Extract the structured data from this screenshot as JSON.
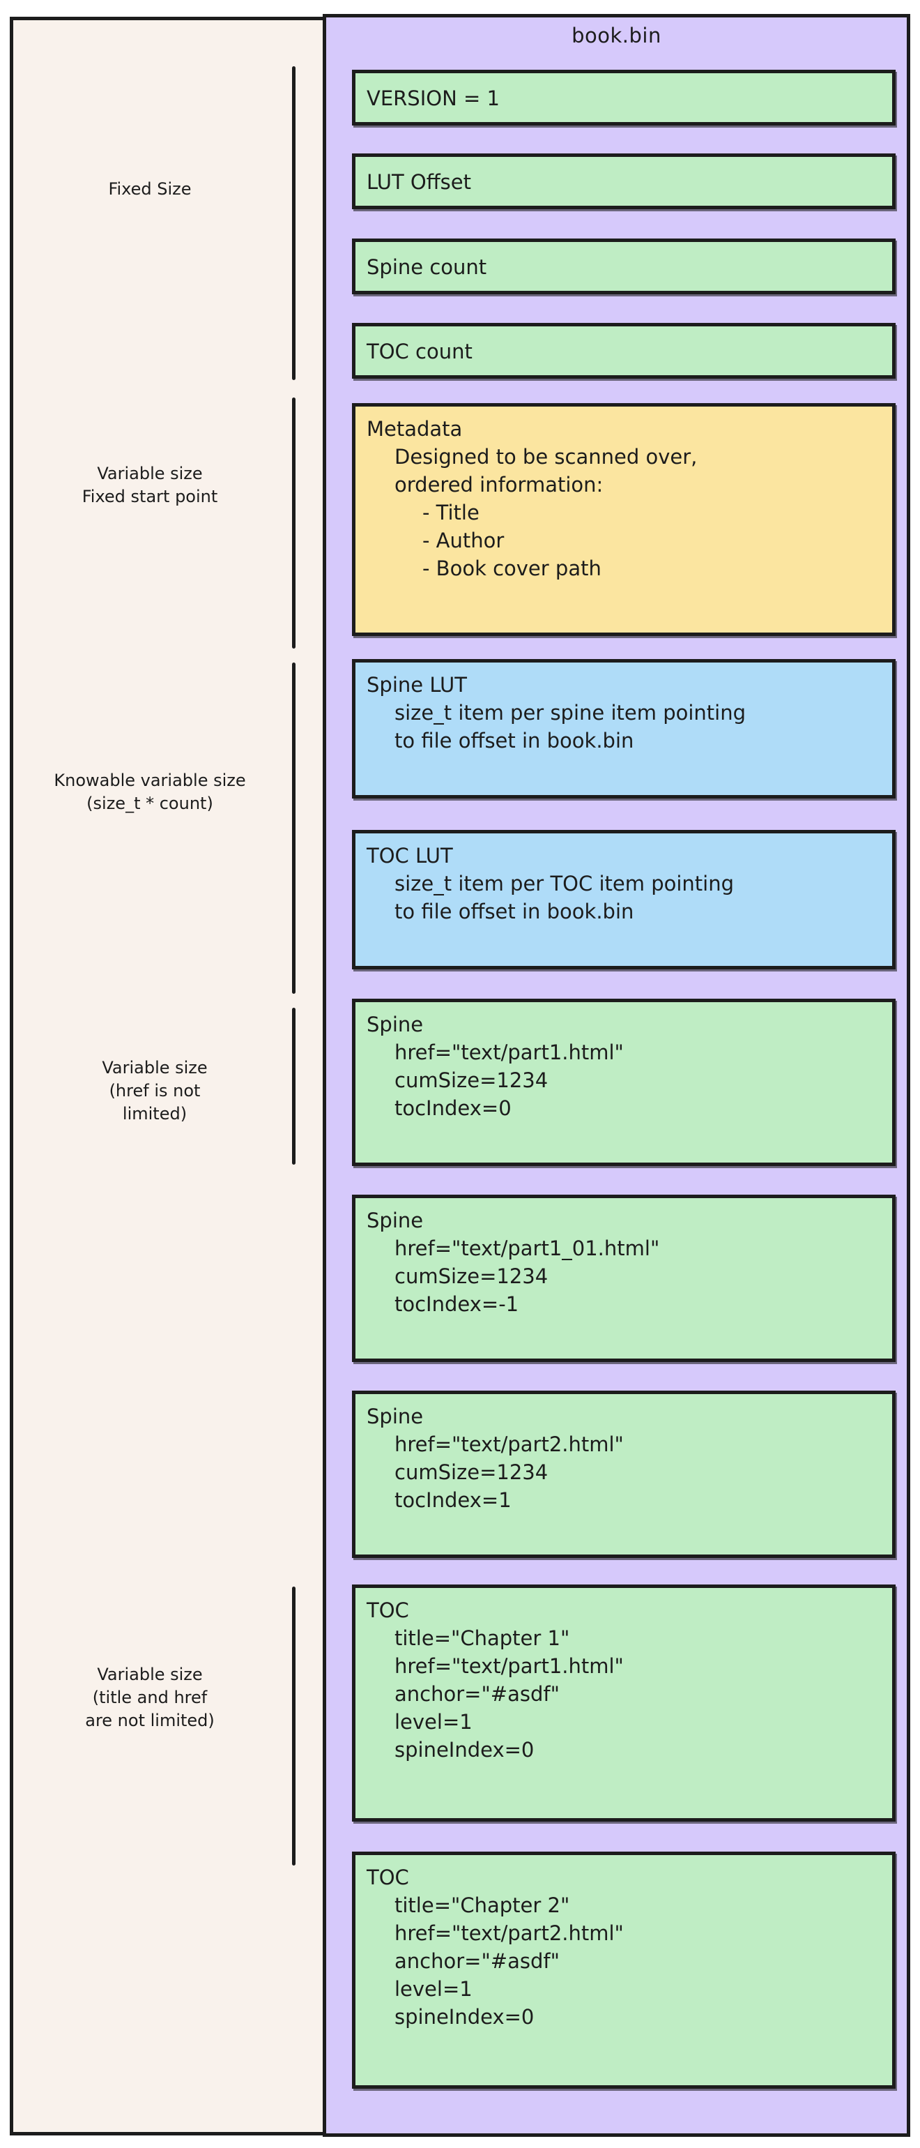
{
  "diagram": {
    "title": "book.bin",
    "palette": {
      "background": "#ffffff",
      "left_panel": "#F9F2EC",
      "right_panel": "#D6C9FB",
      "green": "#BFEDC4",
      "yellow": "#FBE5A0",
      "blue": "#AFDCF8",
      "stroke": "#1c1c1c"
    }
  },
  "side_labels": [
    {
      "text": "Fixed Size"
    },
    {
      "text": "Variable size\nFixed start point"
    },
    {
      "text": "Knowable variable size\n(size_t * count)"
    },
    {
      "text": "Variable size\n(href is not\nlimited)"
    },
    {
      "text": "Variable size\n(title and href\nare not limited)"
    }
  ],
  "blocks": [
    {
      "id": "version",
      "color": "green",
      "title": "VERSION = 1",
      "lines": []
    },
    {
      "id": "lut-offset",
      "color": "green",
      "title": "LUT Offset",
      "lines": []
    },
    {
      "id": "spine-count",
      "color": "green",
      "title": "Spine count",
      "lines": []
    },
    {
      "id": "toc-count",
      "color": "green",
      "title": "TOC count",
      "lines": []
    },
    {
      "id": "metadata",
      "color": "yellow",
      "title": "Metadata",
      "lines": [
        "Designed to be scanned over,",
        "ordered information:"
      ],
      "sublines": [
        "- Title",
        "- Author",
        "- Book cover path"
      ]
    },
    {
      "id": "spine-lut",
      "color": "blue",
      "title": "Spine LUT",
      "lines": [
        "size_t item per spine item pointing",
        "to file offset in book.bin"
      ]
    },
    {
      "id": "toc-lut",
      "color": "blue",
      "title": "TOC LUT",
      "lines": [
        "size_t item per TOC item pointing",
        "to file offset in book.bin"
      ]
    },
    {
      "id": "spine-1",
      "color": "green",
      "title": "Spine",
      "lines": [
        "href=\"text/part1.html\"",
        "cumSize=1234",
        "tocIndex=0"
      ]
    },
    {
      "id": "spine-2",
      "color": "green",
      "title": "Spine",
      "lines": [
        "href=\"text/part1_01.html\"",
        "cumSize=1234",
        "tocIndex=-1"
      ]
    },
    {
      "id": "spine-3",
      "color": "green",
      "title": "Spine",
      "lines": [
        "href=\"text/part2.html\"",
        "cumSize=1234",
        "tocIndex=1"
      ]
    },
    {
      "id": "toc-1",
      "color": "green",
      "title": "TOC",
      "lines": [
        "title=\"Chapter 1\"",
        "href=\"text/part1.html\"",
        "anchor=\"#asdf\"",
        "level=1",
        "spineIndex=0"
      ]
    },
    {
      "id": "toc-2",
      "color": "green",
      "title": "TOC",
      "lines": [
        "title=\"Chapter 2\"",
        "href=\"text/part2.html\"",
        "anchor=\"#asdf\"",
        "level=1",
        "spineIndex=0"
      ]
    }
  ]
}
